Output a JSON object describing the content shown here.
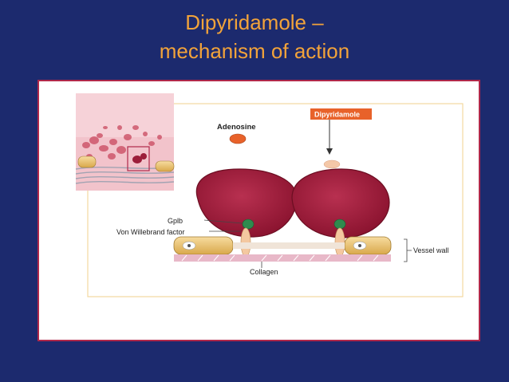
{
  "slide": {
    "title_line1": "Dipyridamole –",
    "title_line2": "mechanism of action"
  },
  "diagram": {
    "labels": {
      "adenosine": "Adenosine",
      "dipyridamole": "Dipyridamole",
      "gplb": "Gplb",
      "vwf": "Von Willebrand factor",
      "vessel_wall": "Vessel wall",
      "collagen": "Collagen"
    },
    "colors": {
      "background": "#1c2a6e",
      "title": "#f2a33a",
      "panel_border": "#b0284a",
      "platelet": "#9c1e3a",
      "dipyridamole_box": "#e8622a",
      "adenosine_dot": "#e8622a",
      "inner_border": "#f4d9a0"
    }
  }
}
